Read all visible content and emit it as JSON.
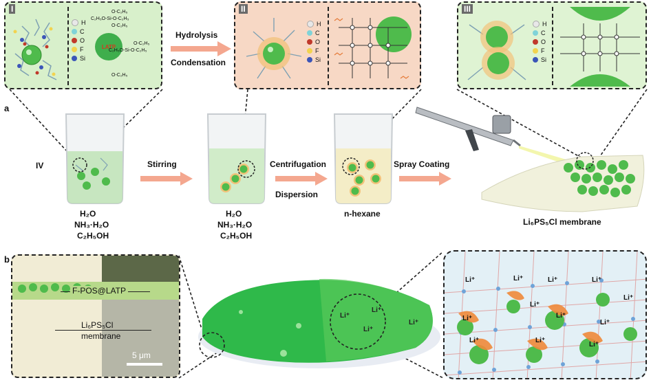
{
  "figure": {
    "part_labels": {
      "a": "a",
      "b": "b"
    },
    "panel_I": {
      "label": "I",
      "legend": [
        "H",
        "C",
        "O",
        "F",
        "Si"
      ],
      "core": "LATP",
      "formulas": [
        "O-C₂H₅",
        "C₂H₅O-Si-O-C₂H₅",
        "O-C₂H₅",
        "O-C₂H₅",
        "C₂H₅O-Si-O-C₂H₅",
        "O-C₂H₅"
      ]
    },
    "panel_II": {
      "label": "II",
      "legend": [
        "H",
        "C",
        "O",
        "F",
        "Si"
      ]
    },
    "panel_III": {
      "label": "III",
      "legend": [
        "H",
        "C",
        "O",
        "F",
        "Si"
      ]
    },
    "arrow_top": {
      "line1": "Hydrolysis",
      "line2": "Condensation"
    },
    "beaker_label": "IV",
    "step1": "Stirring",
    "step2_line1": "Centrifugation",
    "step2_line2": "Dispersion",
    "step3": "Spray Coating",
    "beaker1_text": [
      "H₂O",
      "NH₃·H₂O",
      "C₂H₅OH"
    ],
    "beaker2_text": [
      "H₂O",
      "NH₃·H₂O",
      "C₂H₅OH"
    ],
    "beaker3_text": [
      "n-hexane"
    ],
    "membrane_label": "Li₆PS₅Cl membrane",
    "sem": {
      "coating_label": "F-POS@LATP",
      "membrane_line1": "Li₆PS₅Cl",
      "membrane_line2": "membrane",
      "scale_bar": "5 μm"
    },
    "li_ion": "Li⁺"
  },
  "colors": {
    "panel_green": "#d9f2c9",
    "panel_pink": "#f7d6c4",
    "arrow": "#f4a78f",
    "sphere_green": "#5cc45a",
    "water_green": "#bfe3b6",
    "hexane": "#f3ecc4"
  }
}
